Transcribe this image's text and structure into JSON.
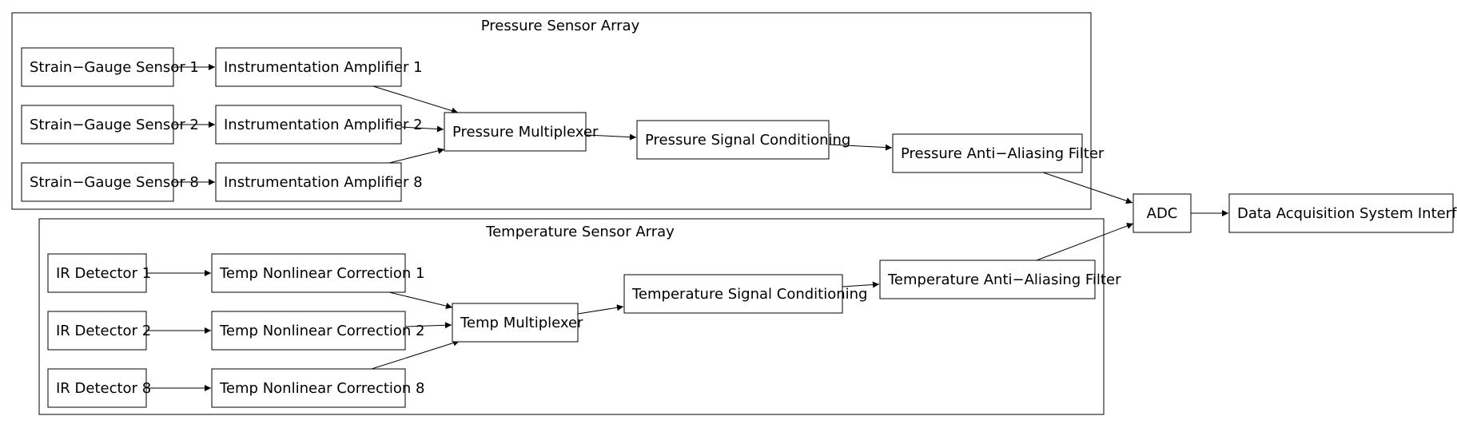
{
  "clusters": {
    "pressure": "Pressure Sensor Array",
    "temperature": "Temperature Sensor Array"
  },
  "nodes": {
    "strain_gauge_1": "Strain−Gauge Sensor 1",
    "strain_gauge_2": "Strain−Gauge Sensor 2",
    "strain_gauge_8": "Strain−Gauge Sensor 8",
    "inst_amp_1": "Instrumentation Amplifier 1",
    "inst_amp_2": "Instrumentation Amplifier 2",
    "inst_amp_8": "Instrumentation Amplifier 8",
    "pressure_mux": "Pressure Multiplexer",
    "pressure_cond": "Pressure Signal Conditioning",
    "pressure_aa": "Pressure Anti−Aliasing Filter",
    "ir_1": "IR Detector 1",
    "ir_2": "IR Detector 2",
    "ir_8": "IR Detector 8",
    "temp_corr_1": "Temp Nonlinear Correction 1",
    "temp_corr_2": "Temp Nonlinear Correction 2",
    "temp_corr_8": "Temp Nonlinear Correction 8",
    "temp_mux": "Temp Multiplexer",
    "temp_cond": "Temperature Signal Conditioning",
    "temp_aa": "Temperature Anti−Aliasing Filter",
    "adc": "ADC",
    "daq": "Data Acquisition System Interface"
  },
  "edges": [
    [
      "strain_gauge_1",
      "inst_amp_1"
    ],
    [
      "strain_gauge_2",
      "inst_amp_2"
    ],
    [
      "strain_gauge_8",
      "inst_amp_8"
    ],
    [
      "inst_amp_1",
      "pressure_mux"
    ],
    [
      "inst_amp_2",
      "pressure_mux"
    ],
    [
      "inst_amp_8",
      "pressure_mux"
    ],
    [
      "pressure_mux",
      "pressure_cond"
    ],
    [
      "pressure_cond",
      "pressure_aa"
    ],
    [
      "pressure_aa",
      "adc"
    ],
    [
      "ir_1",
      "temp_corr_1"
    ],
    [
      "ir_2",
      "temp_corr_2"
    ],
    [
      "ir_8",
      "temp_corr_8"
    ],
    [
      "temp_corr_1",
      "temp_mux"
    ],
    [
      "temp_corr_2",
      "temp_mux"
    ],
    [
      "temp_corr_8",
      "temp_mux"
    ],
    [
      "temp_mux",
      "temp_cond"
    ],
    [
      "temp_cond",
      "temp_aa"
    ],
    [
      "temp_aa",
      "adc"
    ],
    [
      "adc",
      "daq"
    ]
  ]
}
